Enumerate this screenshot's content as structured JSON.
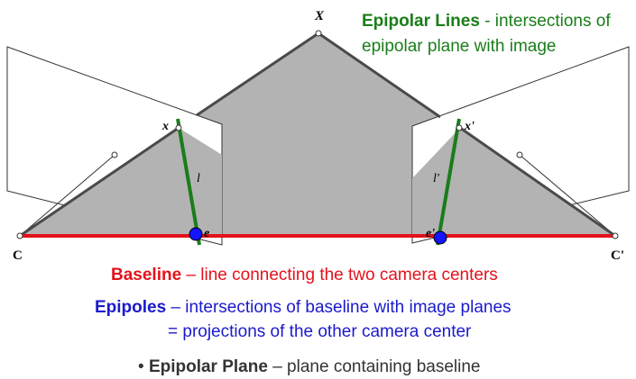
{
  "diagram": {
    "labels": {
      "X": "X",
      "x": "x",
      "x_prime": "x'",
      "l": "l",
      "l_prime": "l'",
      "e": "e",
      "e_prime": "e'",
      "C": "C",
      "C_prime": "C'"
    },
    "colors": {
      "plane_fill": "#b3b3b3",
      "edge": "#4a4a4a",
      "baseline": "#e3121b",
      "epipolar_line": "#1a7d1a",
      "epipole": "#1414ff",
      "green_text": "#1a7d1a",
      "red_text": "#e3121b",
      "blue_text": "#1a1acc",
      "dark_text": "#333333"
    }
  },
  "captions": {
    "epipolar_lines": {
      "term": "Epipolar Lines",
      "line1": " - intersections of",
      "line2": "epipolar plane with image"
    },
    "baseline": {
      "term": "Baseline",
      "def": " – line connecting the two camera centers"
    },
    "epipoles": {
      "term": "Epipoles",
      "line1": " – intersections of baseline with image planes",
      "line2": "= projections of the other camera center"
    },
    "epipolar_plane": {
      "bullet": "• ",
      "term": "Epipolar Plane",
      "def": " – plane containing baseline"
    }
  }
}
